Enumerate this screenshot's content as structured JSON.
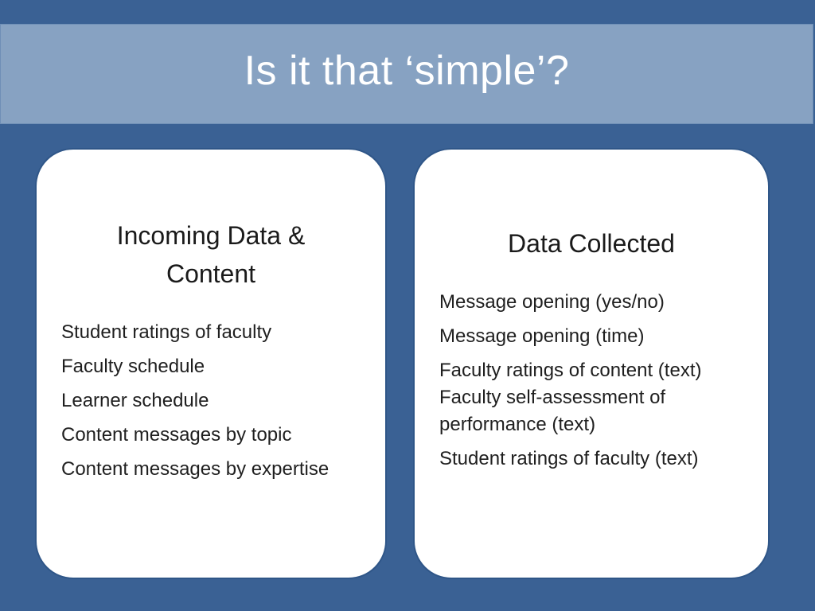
{
  "title": "Is it that ‘simple’?",
  "left_panel": {
    "heading": "Incoming Data & Content",
    "items": [
      "Student ratings of faculty",
      "Faculty schedule",
      "Learner schedule",
      "Content messages by topic",
      "Content messages by expertise"
    ]
  },
  "right_panel": {
    "heading": "Data Collected",
    "items": [
      "Message opening (yes/no)",
      "Message opening (time)",
      "Faculty ratings of content (text)",
      "Faculty self-assessment of performance (text)",
      "Student ratings of faculty (text)"
    ]
  },
  "colors": {
    "background": "#3a6194",
    "title_band": "#87a2c2",
    "card": "#ffffff",
    "title_text": "#ffffff"
  }
}
